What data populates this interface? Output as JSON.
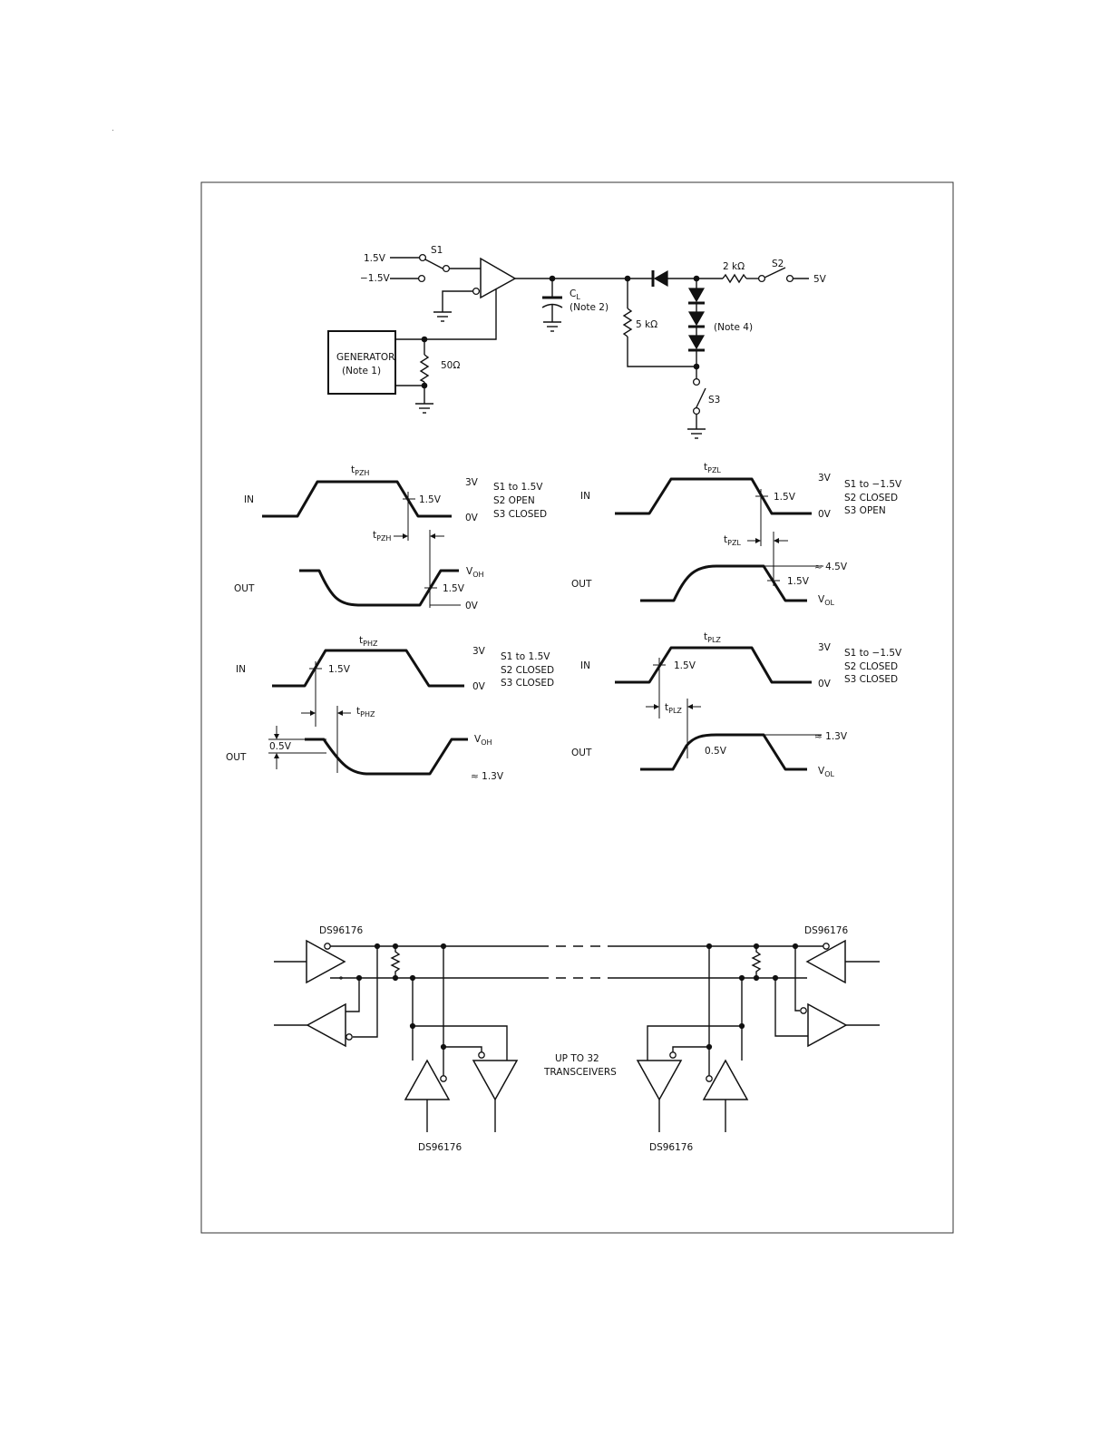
{
  "test_circuit": {
    "s1_high": "1.5V",
    "s1_low": "−1.5V",
    "s1": "S1",
    "generator": "GENERATOR",
    "generator_note": "(Note 1)",
    "r_50": "50Ω",
    "cl": "C",
    "cl_sub": "L",
    "cl_note": "(Note 2)",
    "r_5k": "5 kΩ",
    "note4": "(Note 4)",
    "r_2k": "2 kΩ",
    "s2": "S2",
    "v5": "5V",
    "s3": "S3"
  },
  "waveforms": {
    "pzh": {
      "title": "t",
      "title_sub": "PZH",
      "in": "IN",
      "out": "OUT",
      "v3": "3V",
      "v15_in": "1.5V",
      "v0_in": "0V",
      "delay": "t",
      "delay_sub": "PZH",
      "voh": "V",
      "voh_sub": "OH",
      "v15_out": "1.5V",
      "v0_out": "0V",
      "cond1": "S1 to 1.5V",
      "cond2": "S2 OPEN",
      "cond3": "S3 CLOSED"
    },
    "pzl": {
      "title": "t",
      "title_sub": "PZL",
      "in": "IN",
      "out": "OUT",
      "v3": "3V",
      "v15_in": "1.5V",
      "v0_in": "0V",
      "delay": "t",
      "delay_sub": "PZL",
      "v45": "≈ 4.5V",
      "v15_out": "1.5V",
      "vol": "V",
      "vol_sub": "OL",
      "cond1": "S1 to −1.5V",
      "cond2": "S2 CLOSED",
      "cond3": "S3 OPEN"
    },
    "phz": {
      "title": "t",
      "title_sub": "PHZ",
      "in": "IN",
      "out": "OUT",
      "v3": "3V",
      "v15_in": "1.5V",
      "v0_in": "0V",
      "delay": "t",
      "delay_sub": "PHZ",
      "v05": "0.5V",
      "voh": "V",
      "voh_sub": "OH",
      "v13": "≈ 1.3V",
      "cond1": "S1 to 1.5V",
      "cond2": "S2 CLOSED",
      "cond3": "S3 CLOSED"
    },
    "plz": {
      "title": "t",
      "title_sub": "PLZ",
      "in": "IN",
      "out": "OUT",
      "v3": "3V",
      "v15_in": "1.5V",
      "v0_in": "0V",
      "delay": "t",
      "delay_sub": "PLZ",
      "v13": "≈ 1.3V",
      "v05": "0.5V",
      "vol": "V",
      "vol_sub": "OL",
      "cond1": "S1 to −1.5V",
      "cond2": "S2 CLOSED",
      "cond3": "S3 CLOSED"
    }
  },
  "bus": {
    "tl": "DS96176",
    "tr": "DS96176",
    "bl": "DS96176",
    "br": "DS96176",
    "caption1": "UP TO 32",
    "caption2": "TRANSCEIVERS"
  }
}
